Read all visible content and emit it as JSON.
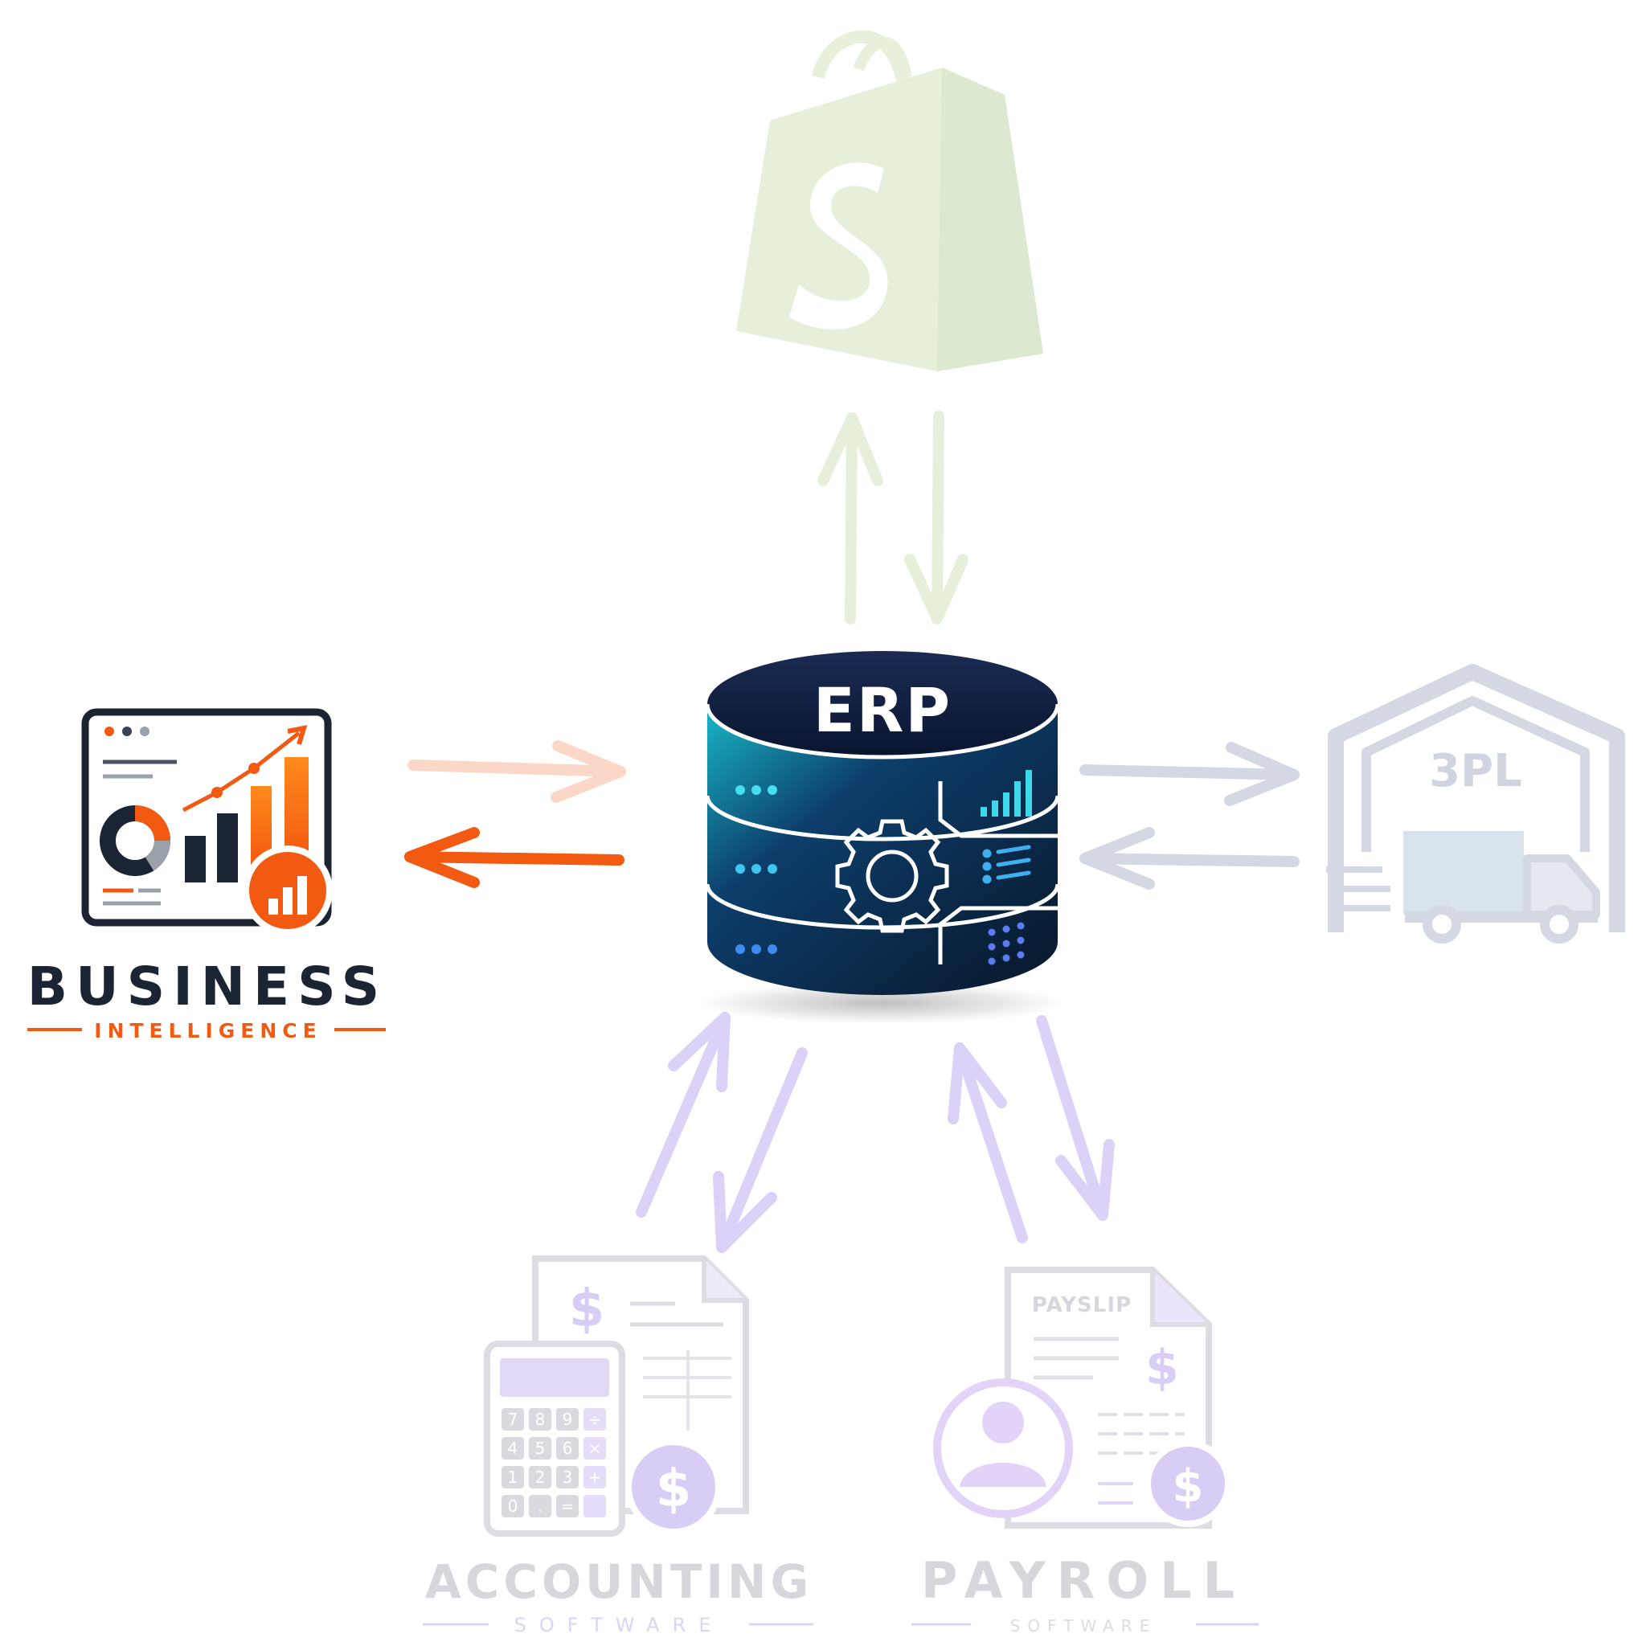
{
  "center": {
    "label": "ERP"
  },
  "nodes": {
    "bi": {
      "title": "BUSINESS",
      "subtitle": "INTELLIGENCE"
    },
    "threepl": {
      "label": "3PL"
    },
    "accounting": {
      "title": "ACCOUNTING",
      "subtitle": "SOFTWARE",
      "keys": [
        "7",
        "8",
        "9",
        "÷",
        "4",
        "5",
        "6",
        "×",
        "1",
        "2",
        "3",
        "+",
        "0",
        ".",
        "=",
        ""
      ]
    },
    "payroll": {
      "title": "PAYROLL",
      "subtitle": "SOFTWARE",
      "doc_label": "PAYSLIP"
    }
  },
  "colors": {
    "shopify": "#e6efd9",
    "bi_orange": "#f25a12",
    "bi_navy": "#1b2433",
    "bi_arrow_faded": "#fbd7c7",
    "threepl": "#d3d8e3",
    "purple": "#dcd1f7",
    "grey_text": "#d6d6dc",
    "erp_dark": "#0b1733"
  }
}
